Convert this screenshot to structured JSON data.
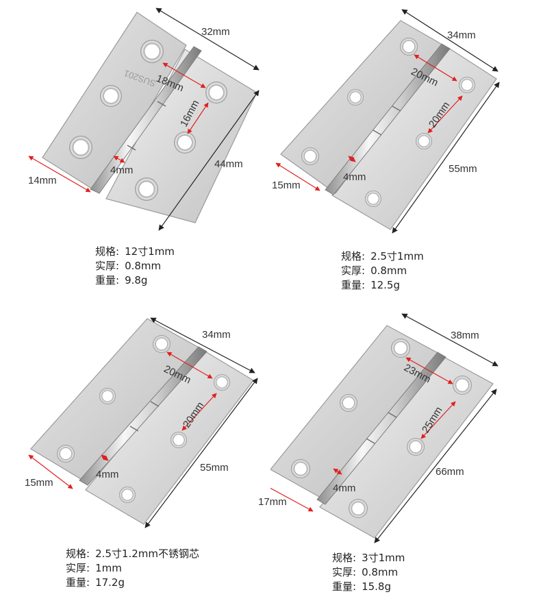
{
  "hinges": [
    {
      "dims": {
        "width": "32mm",
        "height": "44mm",
        "hole_span": "18mm",
        "hole_vert": "16mm",
        "knuckle": "4mm",
        "edge": "14mm"
      },
      "stamp_text": "SUS201",
      "specs": [
        {
          "label": "规格:",
          "value": "12寸1mm"
        },
        {
          "label": "实厚:",
          "value": "0.8mm"
        },
        {
          "label": "重量:",
          "value": "9.8g"
        }
      ]
    },
    {
      "dims": {
        "width": "34mm",
        "height": "55mm",
        "hole_span": "20mm",
        "hole_vert": "20mm",
        "knuckle": "4mm",
        "edge": "15mm"
      },
      "specs": [
        {
          "label": "规格:",
          "value": "2.5寸1mm"
        },
        {
          "label": "实厚:",
          "value": "0.8mm"
        },
        {
          "label": "重量:",
          "value": "12.5g"
        }
      ]
    },
    {
      "dims": {
        "width": "34mm",
        "height": "55mm",
        "hole_span": "20mm",
        "hole_vert": "20mm",
        "knuckle": "4mm",
        "edge": "15mm"
      },
      "specs": [
        {
          "label": "规格:",
          "value": "2.5寸1.2mm不锈钢芯"
        },
        {
          "label": "实厚:",
          "value": "1mm"
        },
        {
          "label": "重量:",
          "value": "17.2g"
        }
      ]
    },
    {
      "dims": {
        "width": "38mm",
        "height": "66mm",
        "hole_span": "23mm",
        "hole_vert": "25mm",
        "knuckle": "4mm",
        "edge": "17mm"
      },
      "specs": [
        {
          "label": "规格:",
          "value": "3寸1mm"
        },
        {
          "label": "实厚:",
          "value": "0.8mm"
        },
        {
          "label": "重量:",
          "value": "15.8g"
        }
      ]
    }
  ],
  "colors": {
    "steel_light": "#ededed",
    "steel_dark": "#b9b9b9",
    "edge": "#9a9a9a",
    "arrow_black": "#222222",
    "arrow_red": "#e02020"
  }
}
